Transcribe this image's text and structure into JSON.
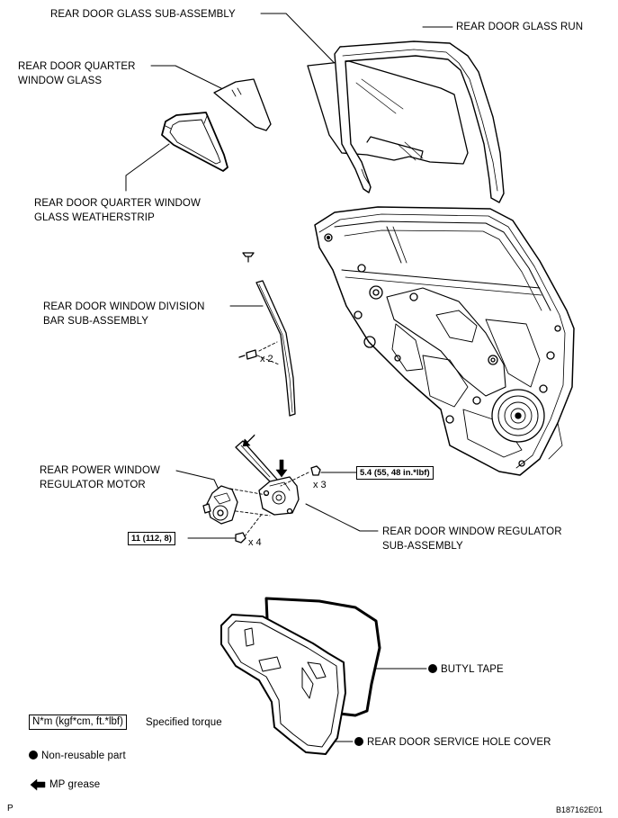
{
  "labels": {
    "glass_sub_assembly": "REAR DOOR GLASS SUB-ASSEMBLY",
    "glass_run": "REAR DOOR GLASS RUN",
    "quarter_window_glass": "REAR DOOR QUARTER\nWINDOW GLASS",
    "quarter_weatherstrip": "REAR DOOR QUARTER WINDOW\nGLASS WEATHERSTRIP",
    "division_bar": "REAR DOOR WINDOW DIVISION\nBAR SUB-ASSEMBLY",
    "regulator_motor": "REAR POWER WINDOW\nREGULATOR MOTOR",
    "regulator_sub_assembly": "REAR DOOR WINDOW REGULATOR\nSUB-ASSEMBLY",
    "butyl_tape": "BUTYL TAPE",
    "service_hole_cover": "REAR DOOR SERVICE HOLE COVER"
  },
  "quantities": {
    "division_bar_screws": "x 2",
    "regulator_bolts_upper": "x 3",
    "regulator_bolts_lower": "x 4"
  },
  "torques": {
    "upper": "5.4 (55, 48 in.*lbf)",
    "lower": "11 (112, 8)"
  },
  "legend": {
    "torque_unit": "N*m (kgf*cm, ft.*lbf)",
    "torque_desc": "Specified torque",
    "non_reusable": "Non-reusable part",
    "mp_grease": "MP grease"
  },
  "footer": {
    "left": "P",
    "right": "B187162E01"
  }
}
